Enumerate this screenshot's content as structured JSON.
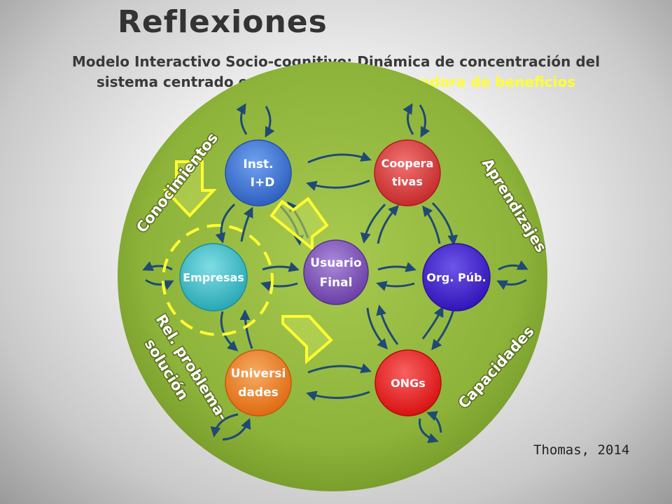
{
  "title": "Reflexiones",
  "subtitle": {
    "line1": "Modelo Interactivo Socio-cognitivo: Dinámica de concentración del",
    "line2_prefix": "sistema centrado en la ",
    "line2_highlight": "empresa maximizadora de beneficios"
  },
  "nodes": {
    "inst": {
      "line1": "Inst.",
      "line2": "I+D",
      "color": "#2f6fd6"
    },
    "cooperativas": {
      "line1": "Coopera",
      "line2": "tivas",
      "color": "#d93636"
    },
    "empresas": {
      "line1": "Empresas",
      "color": "#39b9c4"
    },
    "usuario": {
      "line1": "Usuario",
      "line2": "Final",
      "color": "#7b4fb8"
    },
    "orgpub": {
      "line1": "Org. Púb.",
      "color": "#3e1fcf"
    },
    "universidades": {
      "line1": "Universi",
      "line2": "dades",
      "color": "#ec7d21"
    },
    "ongs": {
      "line1": "ONGs",
      "color": "#ea1c1c"
    }
  },
  "ring_labels": {
    "conocimientos": "Conocimientos",
    "aprendizajes": "Aprendizajes",
    "rel_problema": "Rel. problema-",
    "solucion": "solución",
    "capacidades": "Capacidades"
  },
  "colors": {
    "circle": "#8db33a",
    "arrow": "#1f4a75",
    "highlight": "#ffff33"
  },
  "credit": "Thomas, 2014"
}
